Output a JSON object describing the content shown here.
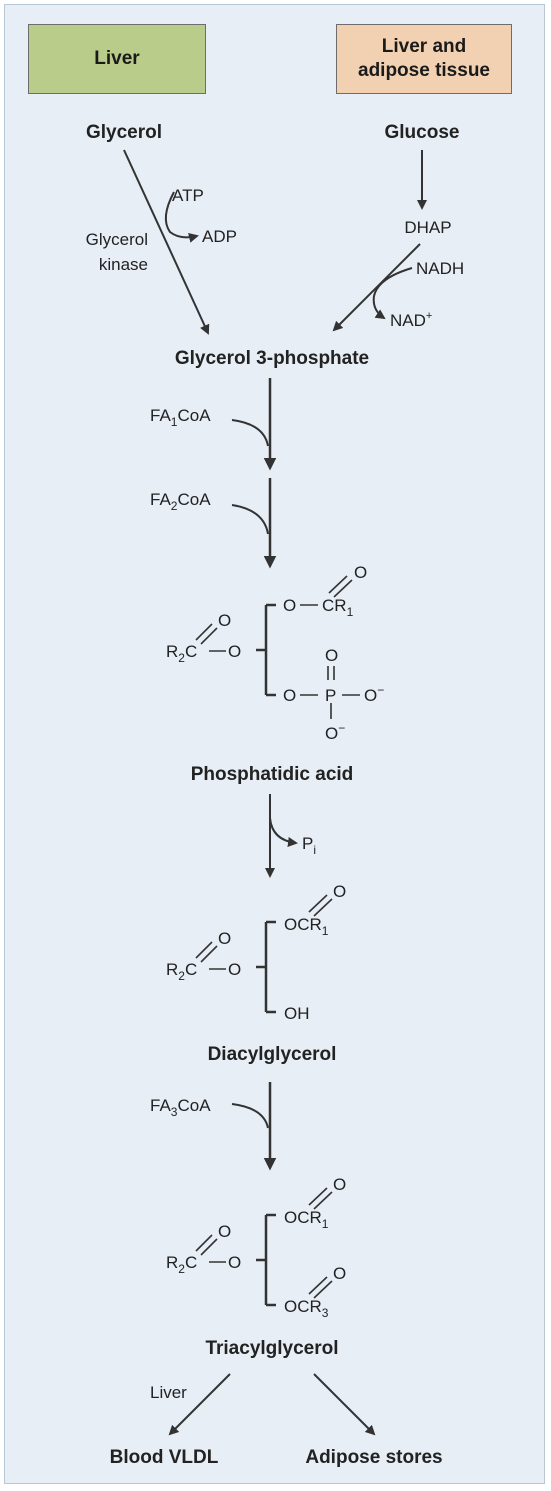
{
  "boxes": {
    "liver": "Liver",
    "liver_adipose_line1": "Liver and",
    "liver_adipose_line2": "adipose tissue"
  },
  "left_path": {
    "start": "Glycerol",
    "cofactor_in": "ATP",
    "cofactor_out": "ADP",
    "enzyme_line1": "Glycerol",
    "enzyme_line2": "kinase"
  },
  "right_path": {
    "start": "Glucose",
    "intermediate": "DHAP",
    "cofactor_in": "NADH",
    "cofactor_out_base": "NAD",
    "cofactor_out_sup": "+"
  },
  "compounds": {
    "glycerol_3_phosphate": "Glycerol 3-phosphate",
    "phosphatidic_acid": "Phosphatidic acid",
    "diacylglycerol": "Diacylglycerol",
    "triacylglycerol": "Triacylglycerol"
  },
  "acyl_donors": {
    "fa1": {
      "base": "FA",
      "sub": "1",
      "rest": "CoA"
    },
    "fa2": {
      "base": "FA",
      "sub": "2",
      "rest": "CoA"
    },
    "fa3": {
      "base": "FA",
      "sub": "3",
      "rest": "CoA"
    }
  },
  "phosphate_release": {
    "base": "P",
    "sub": "i"
  },
  "structure_atoms": {
    "oxygen": "O",
    "R1": {
      "base": "R",
      "sub": "1"
    },
    "R2": {
      "base": "R",
      "sub": "2"
    },
    "R3": {
      "base": "R",
      "sub": "3"
    },
    "carbon": "C",
    "phosphorus": "P",
    "minus": "−",
    "hydroxyl": "OH"
  },
  "fates": {
    "route_label": "Liver",
    "blood": "Blood VLDL",
    "adipose": "Adipose stores"
  }
}
